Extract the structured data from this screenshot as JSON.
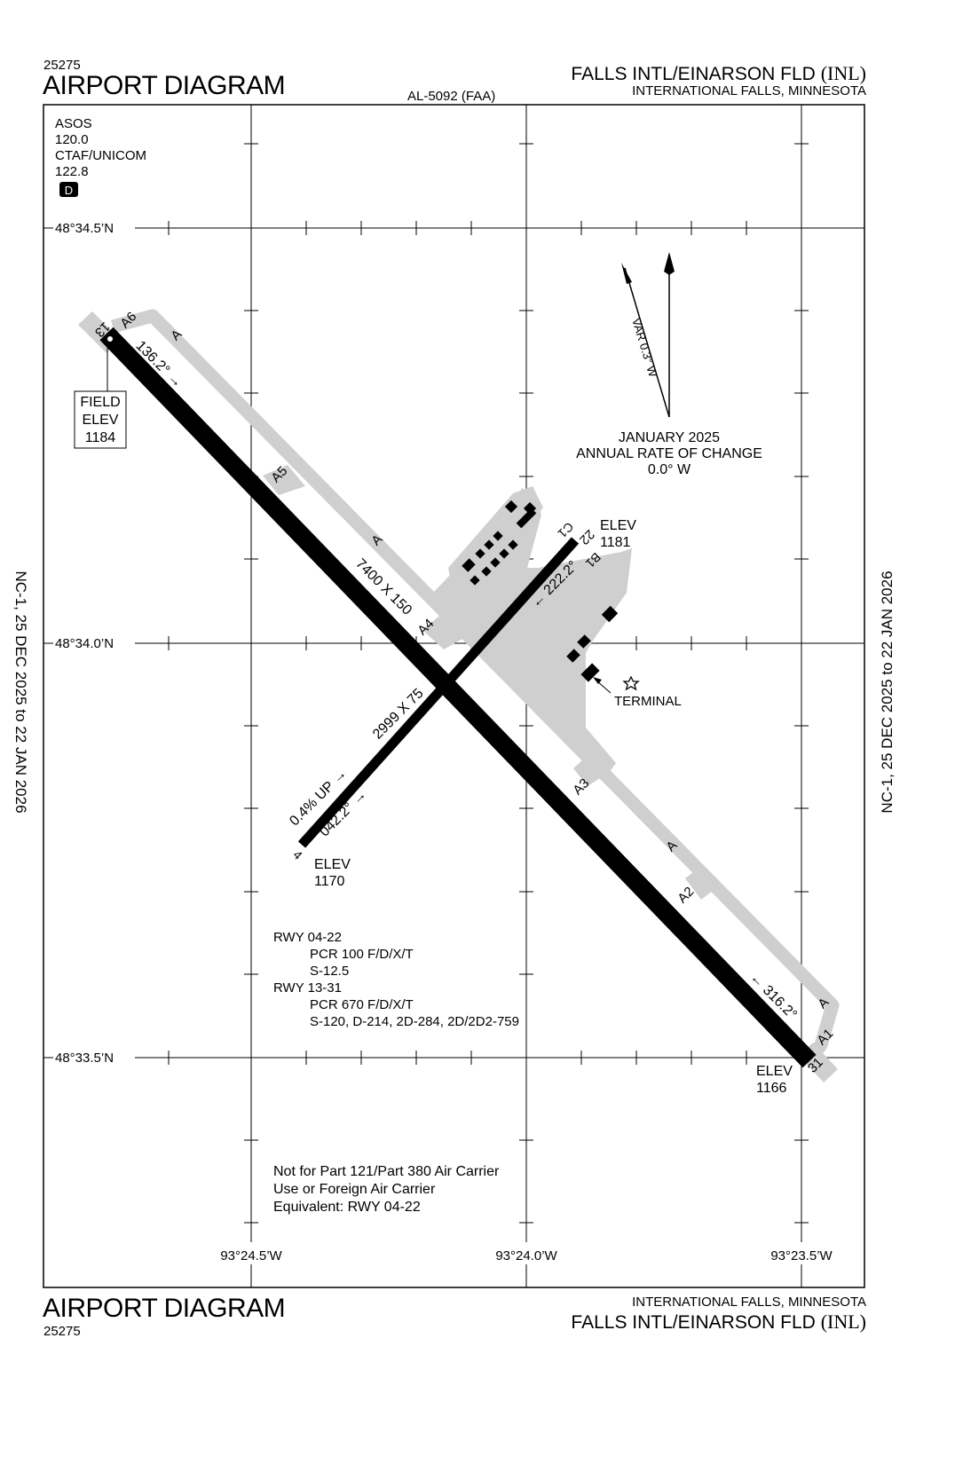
{
  "header": {
    "code_top": "25275",
    "title_top": "AIRPORT DIAGRAM",
    "airport_name": "FALLS INTL/EINARSON FLD",
    "airport_ident": "(INL)",
    "city_top": "INTERNATIONAL FALLS, MINNESOTA",
    "procedure_number": "AL-5092 (FAA)"
  },
  "footer": {
    "title_bottom": "AIRPORT DIAGRAM",
    "code_bottom": "25275",
    "city_bottom": "INTERNATIONAL FALLS, MINNESOTA",
    "airport_name": "FALLS INTL/EINARSON FLD",
    "airport_ident": "(INL)"
  },
  "side_dates": {
    "left": "NC-1,  25 DEC 2025  to  22 JAN 2026",
    "right": "NC-1,  25 DEC 2025  to  22 JAN 2026"
  },
  "frequencies": {
    "asos_label": "ASOS",
    "asos_freq": "120.0",
    "ctaf_label": "CTAF/UNICOM",
    "ctaf_freq": "122.8",
    "d_badge": "D"
  },
  "latitudes": [
    "48°34.5’N",
    "48°34.0’N",
    "48°33.5’N"
  ],
  "longitudes": [
    "93°24.5’W",
    "93°24.0’W",
    "93°23.5’W"
  ],
  "magnetic": {
    "variation": "VAR 0.3° W",
    "date": "JANUARY 2025",
    "rate_label": "ANNUAL RATE OF CHANGE",
    "rate_value": "0.0° W"
  },
  "field_elev": {
    "line1": "FIELD",
    "line2": "ELEV",
    "value": "1184"
  },
  "runways": {
    "r13_label": "13",
    "r31_label": "31",
    "r4_label": "4",
    "r22_label": "22",
    "r13_31_dims": "7400 X 150",
    "r04_22_dims": "2999 X 75",
    "hdg_136": "136.2° →",
    "hdg_316": "← 316.2°",
    "hdg_042": "042.2° →",
    "hdg_222": "← 222.2°",
    "gradient": "0.4% UP →"
  },
  "elevations": {
    "elev_label": "ELEV",
    "rwy22_elev": "1181",
    "rwy4_elev": "1170",
    "rwy31_elev": "1166"
  },
  "taxiways": {
    "a": "A",
    "a1": "A1",
    "a2": "A2",
    "a3": "A3",
    "a4": "A4",
    "a5": "A5",
    "a6": "A6",
    "b1": "B1",
    "c1": "C1"
  },
  "terminal_label": "TERMINAL",
  "runway_info": {
    "line1": "RWY 04-22",
    "line2": "PCR 100 F/D/X/T",
    "line3": "S-12.5",
    "line4": "RWY 13-31",
    "line5": "PCR 670 F/D/X/T",
    "line6": "S-120, D-214, 2D-284, 2D/2D2-759"
  },
  "notice": {
    "line1": "Not for Part 121/Part 380 Air Carrier",
    "line2": "Use or Foreign Air Carrier",
    "line3": "Equivalent: RWY 04-22"
  }
}
